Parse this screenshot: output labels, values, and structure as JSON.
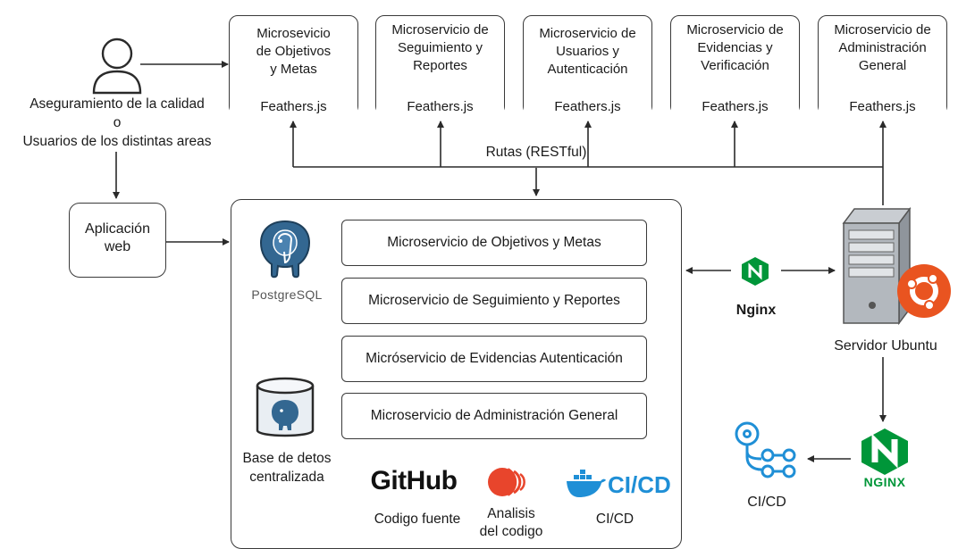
{
  "user": {
    "line1": "Aseguramiento de la calidad",
    "line2": "o",
    "line3": "Usuarios de los distintas areas"
  },
  "microservices_top": [
    {
      "name_l1": "Microsevicio",
      "name_l2": "de Objetivos",
      "name_l3": "y Metas",
      "framework": "Feathers.js"
    },
    {
      "name_l1": "Microservicio de",
      "name_l2": "Seguimiento y",
      "name_l3": "Reportes",
      "framework": "Feathers.js"
    },
    {
      "name_l1": "Microservicio de",
      "name_l2": "Usuarios y",
      "name_l3": "Autenticación",
      "framework": "Feathers.js"
    },
    {
      "name_l1": "Microservicio de",
      "name_l2": "Evidencias y",
      "name_l3": "Verificación",
      "framework": "Feathers.js"
    },
    {
      "name_l1": "Microservicio de",
      "name_l2": "Administración",
      "name_l3": "General",
      "framework": "Feathers.js"
    }
  ],
  "routes_label": "Rutas (RESTful)",
  "webapp": {
    "line1": "Aplicación",
    "line2": "web"
  },
  "postgres_label": "PostgreSQL",
  "inner_services": [
    "Microservicio de Objetivos y Metas",
    "Microservicio de Seguimiento y Reportes",
    "Micróservicio de Evidencias Autenticación",
    "Microservicio de Administración General"
  ],
  "database": {
    "line1": "Base de detos",
    "line2": "centralizada"
  },
  "tools": {
    "github_logo": "GitHub",
    "github_label": "Codigo fuente",
    "analysis_l1": "Analisis",
    "analysis_l2": "del codigo",
    "cicd_logo": "CI/CD",
    "cicd_label": "CI/CD"
  },
  "nginx_label": "Nginx",
  "server_label": "Servidor Ubuntu",
  "nginx_logo": "NGINX",
  "cicd_right_label": "CI/CD",
  "colors": {
    "postgres_blue": "#336791",
    "nginx_green": "#009639",
    "ubuntu_orange": "#E95420",
    "cicd_blue": "#1f8fd6",
    "analysis_red": "#e8452c"
  }
}
